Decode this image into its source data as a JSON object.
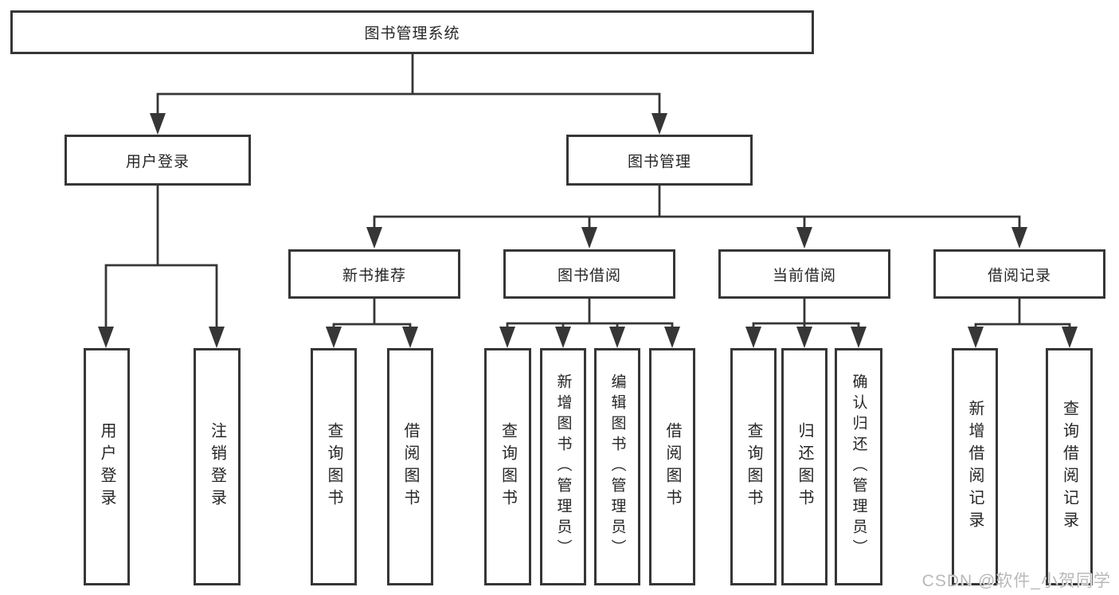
{
  "tree": {
    "root": "图书管理系统",
    "children": [
      {
        "label": "用户登录",
        "children": [
          "用户登录",
          "注销登录"
        ]
      },
      {
        "label": "图书管理",
        "children": [
          {
            "label": "新书推荐",
            "children": [
              "查询图书",
              "借阅图书"
            ]
          },
          {
            "label": "图书借阅",
            "children": [
              "查询图书",
              "新增图书（管理员）",
              "编辑图书（管理员）",
              "借阅图书"
            ]
          },
          {
            "label": "当前借阅",
            "children": [
              "查询图书",
              "归还图书",
              "确认归还（管理员）"
            ]
          },
          {
            "label": "借阅记录",
            "children": [
              "新增借阅记录",
              "查询借阅记录"
            ]
          }
        ]
      }
    ]
  },
  "watermark": {
    "text": "CSDN @软件_小贺同学"
  },
  "colors": {
    "line": "#363636",
    "box_border": "#363636",
    "text": "#262626",
    "background": "#ffffff",
    "watermark": "#b9b9b9"
  }
}
